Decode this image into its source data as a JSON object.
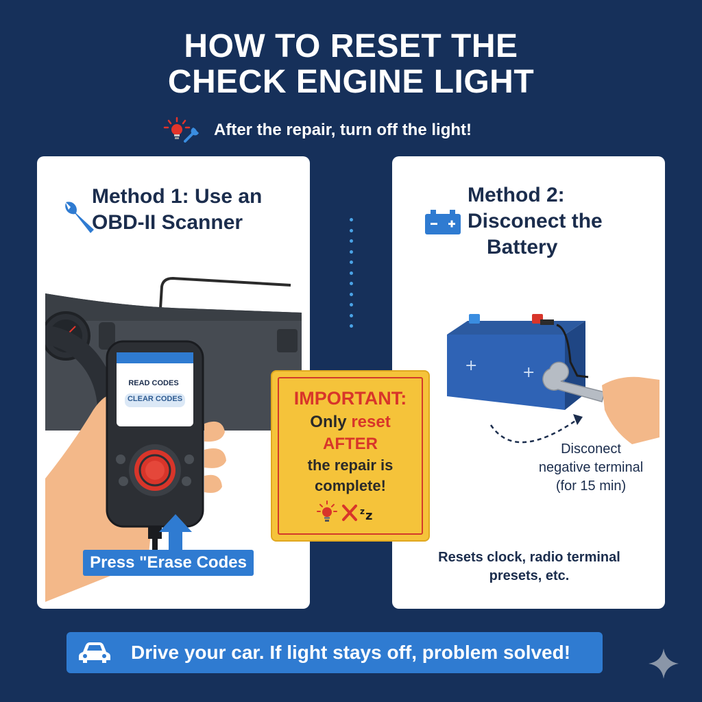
{
  "title": {
    "line1": "HOW TO RESET THE",
    "line2": "CHECK ENGINE LIGHT"
  },
  "subtitle": "After the repair, turn off the light!",
  "method1": {
    "title_line1": "Method 1: Use an",
    "title_line2": "OBD-II Scanner",
    "scanner_option1": "READ CODES",
    "scanner_option2": "CLEAR CODES",
    "press_label": "Press \"Erase Codes"
  },
  "important": {
    "heading": "IMPORTANT:",
    "line1_prefix": "Only ",
    "line1_highlight": "reset",
    "line2": "AFTER",
    "line3": "the repair is",
    "line4": "complete!"
  },
  "method2": {
    "title_line1": "Method 2:",
    "title_line2": "Disconect the",
    "title_line3": "Battery",
    "disconnect_line1": "Disconect",
    "disconnect_line2": "negative terminal",
    "disconnect_line3": "(for 15 min)",
    "reset_note_line1": "Resets clock, radio terminal",
    "reset_note_line2": "presets, etc."
  },
  "bottom_banner": "Drive your car. If light stays off, problem solved!",
  "colors": {
    "background": "#16305a",
    "accent_blue": "#2f7bd1",
    "warning_yellow": "#f5c33a",
    "alert_red": "#d8352a"
  }
}
